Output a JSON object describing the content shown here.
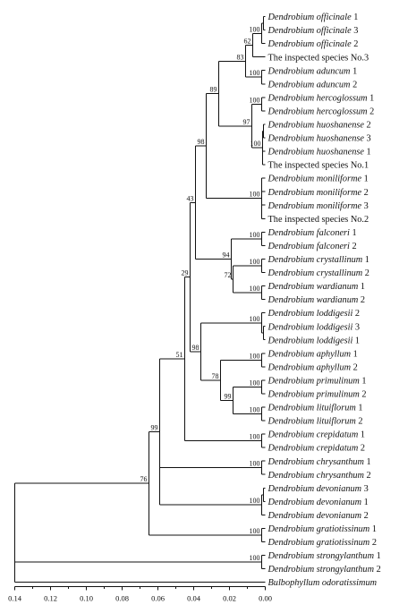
{
  "axis": {
    "ticks": [
      "0.14",
      "0.12",
      "0.10",
      "0.08",
      "0.06",
      "0.04",
      "0.02",
      "0.00"
    ]
  },
  "leaves": [
    {
      "genus": "Dendrobium",
      "epithet": "officinale",
      "suffix": " 1"
    },
    {
      "genus": "Dendrobium",
      "epithet": "officinale",
      "suffix": " 3"
    },
    {
      "genus": "Dendrobium",
      "epithet": "officinale",
      "suffix": " 2"
    },
    {
      "plain": "The inspected species No.3"
    },
    {
      "genus": "Dendrobium",
      "epithet": "aduncum",
      "suffix": " 1"
    },
    {
      "genus": "Dendrobium",
      "epithet": "aduncum",
      "suffix": " 2"
    },
    {
      "genus": "Dendrobium",
      "epithet": "hercoglossum",
      "suffix": " 1"
    },
    {
      "genus": "Dendrobium",
      "epithet": "hercoglossum",
      "suffix": " 2"
    },
    {
      "genus": "Dendrobium",
      "epithet": "huoshanense",
      "suffix": " 2"
    },
    {
      "genus": "Dendrobium",
      "epithet": "huoshanense",
      "suffix": " 3"
    },
    {
      "genus": "Dendrobium",
      "epithet": "huoshanense",
      "suffix": " 1"
    },
    {
      "plain": "The inspected species No.1"
    },
    {
      "genus": "Dendrobium",
      "epithet": "moniliforme",
      "suffix": " 1"
    },
    {
      "genus": "Dendrobium",
      "epithet": "moniliforme",
      "suffix": " 2"
    },
    {
      "genus": "Dendrobium",
      "epithet": "moniliforme",
      "suffix": " 3"
    },
    {
      "plain": "The inspected species No.2"
    },
    {
      "genus": "Dendrobium",
      "epithet": "falconeri",
      "suffix": " 1"
    },
    {
      "genus": "Dendrobium",
      "epithet": "falconeri",
      "suffix": " 2"
    },
    {
      "genus": "Dendrobium",
      "epithet": "crystallinum",
      "suffix": " 1"
    },
    {
      "genus": "Dendrobium",
      "epithet": "crystallinum",
      "suffix": " 2"
    },
    {
      "genus": "Dendrobium",
      "epithet": "wardianum",
      "suffix": " 1"
    },
    {
      "genus": "Dendrobium",
      "epithet": "wardianum",
      "suffix": " 2"
    },
    {
      "genus": "Dendrobium",
      "epithet": "loddigesii",
      "suffix": " 2"
    },
    {
      "genus": "Dendrobium",
      "epithet": "loddigesii",
      "suffix": " 3"
    },
    {
      "genus": "Dendrobium",
      "epithet": "loddigesii",
      "suffix": " 1"
    },
    {
      "genus": "Dendrobium",
      "epithet": "aphyllum",
      "suffix": " 1"
    },
    {
      "genus": "Dendrobium",
      "epithet": "aphyllum",
      "suffix": " 2"
    },
    {
      "genus": "Dendrobium",
      "epithet": "primulinum",
      "suffix": " 1"
    },
    {
      "genus": "Dendrobium",
      "epithet": "primulinum",
      "suffix": " 2"
    },
    {
      "genus": "Dendrobium",
      "epithet": "lituiflorum",
      "suffix": " 1"
    },
    {
      "genus": "Dendrobium",
      "epithet": "lituiflorum",
      "suffix": " 2"
    },
    {
      "genus": "Dendrobium",
      "epithet": "crepidatum",
      "suffix": " 1"
    },
    {
      "genus": "Dendrobium",
      "epithet": "crepidatum",
      "suffix": " 2"
    },
    {
      "genus": "Dendrobium",
      "epithet": "chrysanthum",
      "suffix": " 1"
    },
    {
      "genus": "Dendrobium",
      "epithet": "chrysanthum",
      "suffix": " 2"
    },
    {
      "genus": "Dendrobium",
      "epithet": "devonianum",
      "suffix": " 3"
    },
    {
      "genus": "Dendrobium",
      "epithet": "devonianum",
      "suffix": " 1"
    },
    {
      "genus": "Dendrobium",
      "epithet": "devonianum",
      "suffix": " 2"
    },
    {
      "genus": "Dendrobium",
      "epithet": "gratiotissinum",
      "suffix": " 1"
    },
    {
      "genus": "Dendrobium",
      "epithet": "gratiotissinum",
      "suffix": " 2"
    },
    {
      "genus": "Dendrobium",
      "epithet": "strongylanthum",
      "suffix": " 1"
    },
    {
      "genus": "Dendrobium",
      "epithet": "strongylanthum",
      "suffix": " 2"
    },
    {
      "genus": "Bulbophyllum",
      "epithet": "odoratissimum",
      "suffix": ""
    }
  ],
  "tree": {
    "h": 0.14,
    "children": [
      {
        "h": 0.065,
        "boot": "76",
        "children": [
          {
            "h": 0.059,
            "boot": "99",
            "children": [
              {
                "h": 0.045,
                "boot": "51",
                "children": [
                  {
                    "h": 0.042,
                    "boot": "29",
                    "children": [
                      {
                        "h": 0.039,
                        "boot": "43",
                        "children": [
                          {
                            "h": 0.033,
                            "boot": "98",
                            "children": [
                              {
                                "h": 0.026,
                                "boot": "89",
                                "children": [
                                  {
                                    "h": 0.011,
                                    "boot": "83",
                                    "children": [
                                      {
                                        "h": 0.007,
                                        "boot": "62",
                                        "children": [
                                          {
                                            "h": 0.002,
                                            "boot": "100",
                                            "children": [
                                              {
                                                "h": 0.0009,
                                                "children": [
                                                  {
                                                    "leaf": 0
                                                  },
                                                  {
                                                    "leaf": 1
                                                  }
                                                ]
                                              },
                                              {
                                                "leaf": 2
                                              }
                                            ]
                                          },
                                          {
                                            "leaf": 3
                                          }
                                        ]
                                      },
                                      {
                                        "h": 0.002,
                                        "boot": "100",
                                        "children": [
                                          {
                                            "leaf": 4
                                          },
                                          {
                                            "leaf": 5
                                          }
                                        ]
                                      }
                                    ]
                                  },
                                  {
                                    "h": 0.0075,
                                    "boot": "97",
                                    "children": [
                                      {
                                        "h": 0.002,
                                        "boot": "100",
                                        "children": [
                                          {
                                            "leaf": 6
                                          },
                                          {
                                            "leaf": 7
                                          }
                                        ]
                                      },
                                      {
                                        "h": 0.0015,
                                        "boot": "100",
                                        "children": [
                                          {
                                            "h": 0.0009,
                                            "children": [
                                              {
                                                "leaf": 8
                                              },
                                              {
                                                "leaf": 9
                                              }
                                            ]
                                          },
                                          {
                                            "leaf": 10
                                          },
                                          {
                                            "leaf": 11
                                          }
                                        ]
                                      }
                                    ]
                                  }
                                ]
                              },
                              {
                                "h": 0.002,
                                "boot": "100",
                                "children": [
                                  {
                                    "leaf": 12
                                  },
                                  {
                                    "leaf": 13
                                  },
                                  {
                                    "leaf": 14
                                  },
                                  {
                                    "leaf": 15
                                  }
                                ]
                              }
                            ]
                          },
                          {
                            "h": 0.019,
                            "boot": "94",
                            "children": [
                              {
                                "h": 0.002,
                                "boot": "100",
                                "children": [
                                  {
                                    "leaf": 16
                                  },
                                  {
                                    "leaf": 17
                                  }
                                ]
                              },
                              {
                                "h": 0.018,
                                "boot": "72",
                                "children": [
                                  {
                                    "h": 0.002,
                                    "boot": "100",
                                    "children": [
                                      {
                                        "leaf": 18
                                      },
                                      {
                                        "leaf": 19
                                      }
                                    ]
                                  },
                                  {
                                    "h": 0.002,
                                    "boot": "100",
                                    "children": [
                                      {
                                        "leaf": 20
                                      },
                                      {
                                        "leaf": 21
                                      }
                                    ]
                                  }
                                ]
                              }
                            ]
                          }
                        ]
                      },
                      {
                        "h": 0.036,
                        "boot": "98",
                        "children": [
                          {
                            "h": 0.002,
                            "boot": "100",
                            "children": [
                              {
                                "leaf": 22
                              },
                              {
                                "h": 0.0009,
                                "children": [
                                  {
                                    "leaf": 23
                                  },
                                  {
                                    "leaf": 24
                                  }
                                ]
                              }
                            ]
                          },
                          {
                            "h": 0.025,
                            "boot": "78",
                            "children": [
                              {
                                "h": 0.002,
                                "boot": "100",
                                "children": [
                                  {
                                    "leaf": 25
                                  },
                                  {
                                    "leaf": 26
                                  }
                                ]
                              },
                              {
                                "h": 0.018,
                                "boot": "99",
                                "children": [
                                  {
                                    "h": 0.002,
                                    "boot": "100",
                                    "children": [
                                      {
                                        "leaf": 27
                                      },
                                      {
                                        "leaf": 28
                                      }
                                    ]
                                  },
                                  {
                                    "h": 0.002,
                                    "boot": "100",
                                    "children": [
                                      {
                                        "leaf": 29
                                      },
                                      {
                                        "leaf": 30
                                      }
                                    ]
                                  }
                                ]
                              }
                            ]
                          }
                        ]
                      }
                    ]
                  },
                  {
                    "h": 0.002,
                    "boot": "100",
                    "children": [
                      {
                        "leaf": 31
                      },
                      {
                        "leaf": 32
                      }
                    ]
                  }
                ]
              },
              {
                "h": 0.002,
                "boot": "100",
                "children": [
                  {
                    "leaf": 33
                  },
                  {
                    "leaf": 34
                  }
                ]
              },
              {
                "h": 0.002,
                "boot": "100",
                "children": [
                  {
                    "h": 0.0009,
                    "children": [
                      {
                        "leaf": 35
                      },
                      {
                        "leaf": 36
                      }
                    ]
                  },
                  {
                    "leaf": 37
                  }
                ]
              }
            ]
          },
          {
            "h": 0.002,
            "boot": "100",
            "children": [
              {
                "leaf": 38
              },
              {
                "leaf": 39
              }
            ]
          }
        ]
      },
      {
        "h": 0.002,
        "boot": "100",
        "children": [
          {
            "leaf": 40
          },
          {
            "leaf": 41
          }
        ]
      },
      {
        "leaf": 42
      }
    ]
  }
}
